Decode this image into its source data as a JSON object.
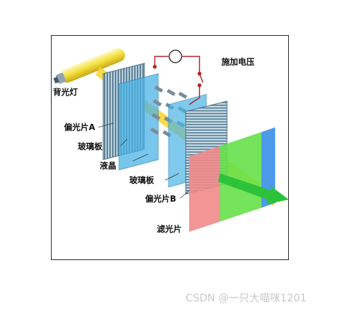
{
  "labels": {
    "backlight": "背光灯",
    "applied_voltage": "施加电压",
    "polarizer_a": "偏光片A",
    "glass_plate_1": "玻璃板",
    "liquid_crystal": "液晶",
    "glass_plate_2": "玻璃板",
    "polarizer_b": "偏光片B",
    "color_filter": "滤光片"
  },
  "watermark": "CSDN @一只大喵咪1201",
  "colors": {
    "backlight": "#f2e24a",
    "light_beam": "#f6d52a",
    "polarizer": "#8ab4cc",
    "glass": "#4bb4e6",
    "filter_red": "#f08a8a",
    "filter_green": "#66e04a",
    "filter_blue": "#3a8fe8",
    "arrow": "#2cc33a"
  }
}
